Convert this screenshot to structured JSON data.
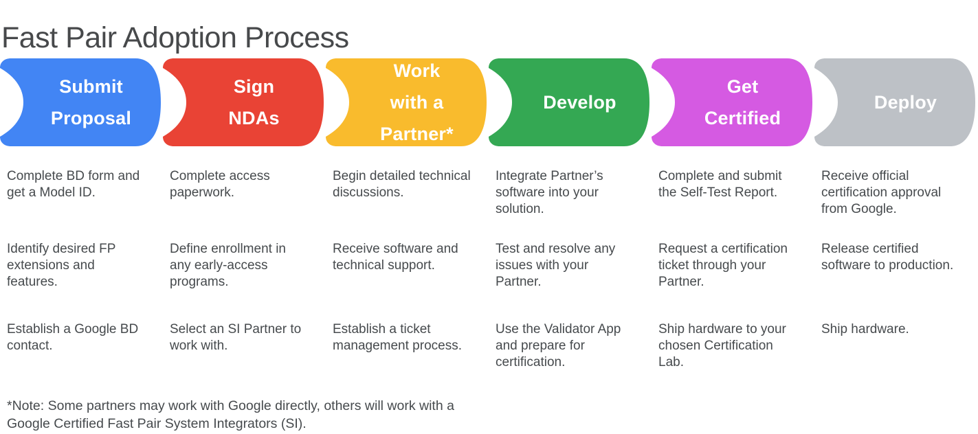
{
  "page": {
    "title": "Fast Pair Adoption Process",
    "note": "*Note: Some partners may work with Google directly, others will work with a\nGoogle Certified Fast Pair System Integrators (SI)."
  },
  "stages": [
    {
      "id": "submit-proposal",
      "label": "Submit\nProposal",
      "color": "#4285F4",
      "steps": [
        "Complete BD form and get a Model ID.",
        "Identify desired FP extensions and features.",
        "Establish a Google BD contact."
      ]
    },
    {
      "id": "sign-ndas",
      "label": "Sign\nNDAs",
      "color": "#E94335",
      "steps": [
        "Complete access paperwork.",
        "Define enrollment in any early-access programs.",
        "Select an SI Partner to work with."
      ]
    },
    {
      "id": "work-with-a-partner",
      "label": "Work\nwith a\nPartner*",
      "color": "#F9BB2D",
      "steps": [
        "Begin detailed technical discussions.",
        "Receive software and technical support.",
        "Establish a ticket management process."
      ]
    },
    {
      "id": "develop",
      "label": "Develop",
      "color": "#34A853",
      "steps": [
        "Integrate Partner’s software into your solution.",
        "Test and resolve any issues with your Partner.",
        "Use the Validator App and prepare for certification."
      ]
    },
    {
      "id": "get-certified",
      "label": "Get\nCertified",
      "color": "#D55AE2",
      "steps": [
        "Complete and submit the Self-Test Report.",
        "Request a certification ticket through your Partner.",
        "Ship hardware to your chosen Certification Lab."
      ]
    },
    {
      "id": "deploy",
      "label": "Deploy",
      "color": "#BDC1C6",
      "steps": [
        "Receive official certification approval from Google.",
        "Release certified software to production.",
        "Ship hardware."
      ]
    }
  ]
}
